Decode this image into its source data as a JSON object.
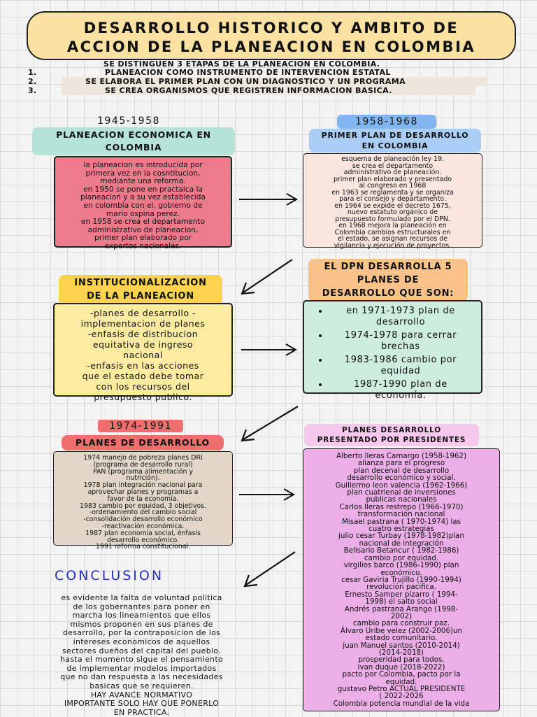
{
  "title": {
    "line1": "DESARROLLO HISTORICO Y AMBITO DE",
    "line2": "ACCION DE LA PLANEACION EN COLOMBIA"
  },
  "intro": {
    "heading": "SE DISTINGUEN 3 ETAPAS DE LA PLANEACION EN COLOMBIA.",
    "items": [
      {
        "num": "1.",
        "text": "PLANEACION COMO INSTRUMENTO DE INTERVENCION ESTATAL"
      },
      {
        "num": "2.",
        "text": "SE ELABORA EL PRIMER PLAN CON UN DIAGNOSTICO Y UN PROGRAMA"
      },
      {
        "num": "3.",
        "text": "SE CREA ORGANISMOS QUE REGISTREN INFORMACION BASICA."
      }
    ]
  },
  "stage1": {
    "year": "1945-1958",
    "heading_l1": "PLANEACION ECONOMICA EN",
    "heading_l2": "COLOMBIA",
    "lines": [
      "la planeacion es introducida por",
      "primera vez en la cosntitucion,",
      "mediante una reforma.",
      "en 1950 se pone en practaica la",
      "planeacion y a su vez establecida",
      "en colombia con el, gobierno de",
      "mario ospina perez.",
      "en 1958 se crea el departamento",
      "administrativo de planeacion,",
      "primer plan elaborado por",
      "expertos nacionales."
    ]
  },
  "stage2": {
    "year": "1958-1968",
    "heading_l1": "PRIMER PLAN DE DESARROLLO",
    "heading_l2": "EN COLOMBIA",
    "lines": [
      "esquema de planeación ley 19.",
      "se crea el departamento",
      "administrativo de planeación.",
      "primer plan elaborado y presentado",
      "al congreso en 1968",
      "en 1963 se reglamenta y se organiza",
      "para el consejo y departamento.",
      "en 1964 se expide el decreto 1675,",
      "nuevo estatuto orgánico de",
      "presupuesto formulado por el DPN.",
      "en 1968 mejora la planeación en",
      "Colombia cambios estructurales en",
      "el estado, se asignan recursos de",
      "vigilancia y ejecución de proyectos."
    ]
  },
  "institucional": {
    "heading_l1": "INSTITUCIONALIZACION",
    "heading_l2": "DE LA PLANEACION",
    "lines": [
      "-planes de desarrollo -",
      "implementacion de planes",
      "-enfasis de distribucion",
      "equitativa de ingreso",
      "nacional",
      "-enfasis en las acciones",
      "que el estado debe tomar",
      "con los recursos del",
      "presupuesto publico."
    ]
  },
  "dpn": {
    "heading_l1": "EL DPN DESARROLLA 5",
    "heading_l2": "PLANES DE",
    "heading_l3": "DESARROLLO QUE SON:",
    "items": [
      "en 1971-1973 plan de desarrollo",
      "1974-1978 para cerrar brechas",
      "1983-1986 cambio por equidad",
      "1987-1990 plan de economía."
    ]
  },
  "stage3": {
    "year": "1974-1991",
    "heading": "PLANES DE DESARROLLO",
    "lines": [
      "1974 manejo de pobreza planes DRI",
      "(programa de desarrollo rural)",
      "PAN (programa alimentación y",
      "nutrición).",
      "1978 plan integración nacional para",
      "aprovechar planes y programas a",
      "favor de la economía.",
      "1983 cambio por equidad, 3 objetivos.",
      "-ordenamiento del cambio social",
      "-consolidación desarrollo económico",
      "-reactivación económica.",
      "1987 plan economía social, énfasis",
      "desarrollo económico.",
      "1991 reforma constitucional."
    ]
  },
  "presidentes": {
    "heading_l1": "PLANES DESARROLLO",
    "heading_l2": "PRESENTADO POR PRESIDENTES",
    "lines": [
      "Alberto lleras Camargo (1958-1962)",
      "alianza para el progreso",
      "plan decenal de desarrollo",
      "desarrollo económico y social.",
      "Guillermo leon valencia (1962-1966)",
      "plan cuatrienal de inversiones",
      "publicas  nacionales",
      "Carlos lleras restrepo (1966-1970)",
      "transformación nacional",
      "Misael pastrana ( 1970-1974) las",
      "cuatro estrategias",
      "julio cesar Turbay (1978-1982)plan",
      "nacional de integración",
      "Belisario Betancur ( 1982-1986)",
      "cambio por equidad.",
      "virgilios barco (1986-1990) plan",
      "económico.",
      "cesar Gaviria Trujillo (1990-1994)",
      "revolución pacifica.",
      "Ernesto Samper pizarro ( 1994-",
      "1998) el salto social",
      "Andrés pastrana Arango (1998-",
      "2002)",
      "cambio para construir paz.",
      "Álvaro Uribe velez (2002-2006)un",
      "estado comunitario.",
      "juan Manuel santos (2010-2014)",
      "(2014-2018)",
      "prosperidad para todos.",
      "ivan duque (2018-2022)",
      "pacto por Colombia, pacto por la",
      "equidad.",
      "gustavo Petro ACTUAL PRESIDENTE",
      "( 2022-2026",
      "Colombia potencia mundial de la vida"
    ]
  },
  "conclusion": {
    "title": "CONCLUSION",
    "lines": [
      "es evidente la falta de voluntad politica",
      "de los gobernantes  para poner en",
      "marcha los lineamientos que ellos",
      "mismos proponen en sus planes de",
      "desarrollo, por la contraposicion de los",
      "intereses economicos de aquellos",
      "sectores dueños del capital del pueblo.",
      "hasta el momento sigue el pensamiento",
      "de implementar modelos importados",
      "que no dan respuesta a las necesidades",
      "basicas que se requieren.",
      "HAY AVANCE NORMATIVO",
      "IMPORTANTE SOLO HAY QUE PONERLO",
      "EN PRACTICA."
    ]
  },
  "colors": {
    "title_bg": "#fbe1a2",
    "stage1_box": "#ee7b8c",
    "stage2_box": "#f9e6df",
    "institucional_box": "#fdeb9f",
    "dpn_box": "#cdeedd",
    "stage3_box": "#e2d6c8",
    "presidentes_box": "#ecaee6",
    "conclusion_title": "#2a2fb8"
  }
}
